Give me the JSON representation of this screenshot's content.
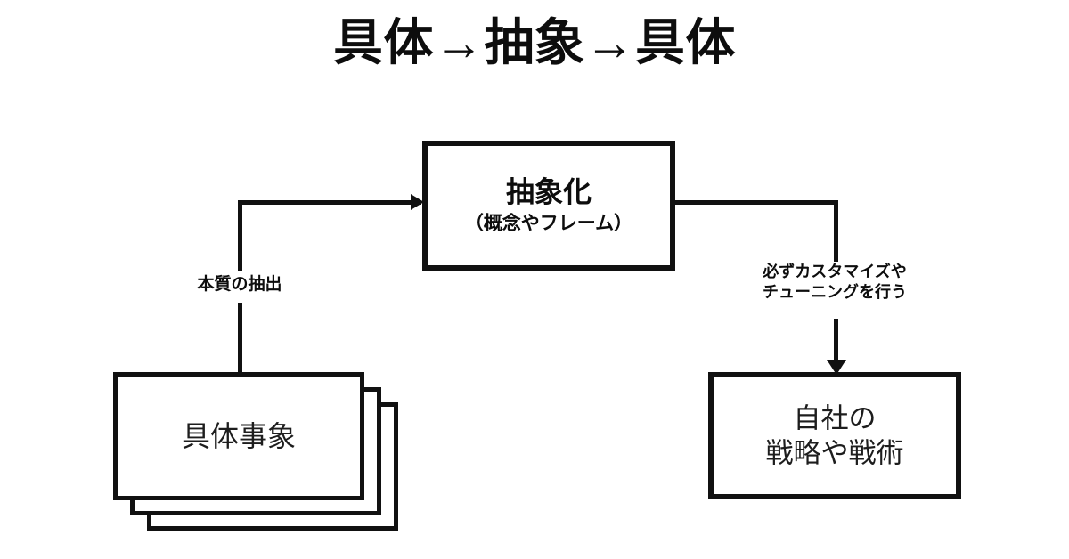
{
  "title": "具体→抽象→具体",
  "nodes": {
    "concrete_cards": {
      "label": "具体事象",
      "stack_count": 3
    },
    "abstraction": {
      "title": "抽象化",
      "subtitle": "（概念やフレーム）"
    },
    "strategy": {
      "line1": "自社の",
      "line2": "戦略や戦術"
    }
  },
  "edges": {
    "extraction": {
      "label": "本質の抽出",
      "from": "具体事象",
      "to": "抽象化",
      "direction": "right"
    },
    "customization": {
      "line1": "必ずカスタマイズや",
      "line2": "チューニングを行う",
      "from": "抽象化",
      "to": "自社の戦略や戦術",
      "direction": "down"
    }
  },
  "colors": {
    "stroke": "#111111",
    "text": "#0d0d0d",
    "background": "#ffffff"
  }
}
